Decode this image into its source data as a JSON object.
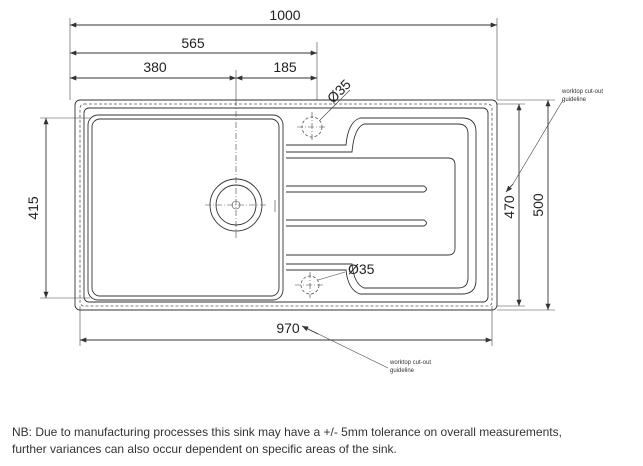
{
  "dimensions": {
    "overall_width": "1000",
    "bowl_plus": "565",
    "bowl_width": "380",
    "offset": "185",
    "tap_hole_top": "Ø35",
    "tap_hole_bottom": "Ø35",
    "bowl_depth": "415",
    "cutout_depth": "470",
    "overall_depth": "500",
    "cutout_width": "970"
  },
  "labels": {
    "cutout_right_line1": "worktop cut-out",
    "cutout_right_line2": "guideline",
    "cutout_bottom_line1": "worktop cut-out",
    "cutout_bottom_line2": "guideline"
  },
  "note": {
    "line1": "NB: Due to manufacturing processes this sink may have a +/- 5mm tolerance on overall measurements,",
    "line2": "further variances can also occur dependent on specific areas of the sink."
  }
}
